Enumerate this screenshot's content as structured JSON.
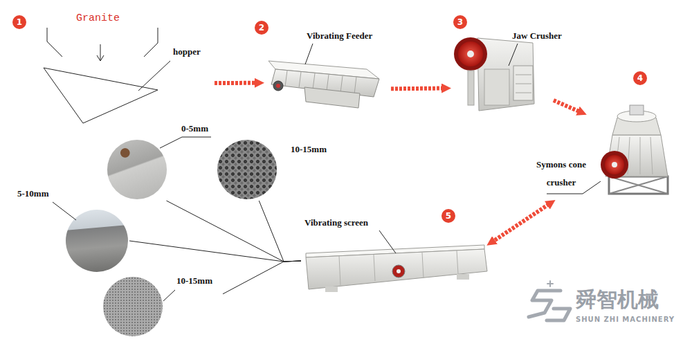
{
  "diagram": {
    "nodes": [
      {
        "text": [
          "hopper"
        ]
      },
      {
        "text": [
          "Vibrating Feeder"
        ]
      },
      {
        "text": [
          "Jaw Crusher"
        ]
      },
      {
        "text": [
          "Symons cone crusher"
        ]
      },
      {
        "text": [
          "Vibrating screen"
        ]
      },
      {
        "text": [
          "0-5mm"
        ]
      },
      {
        "text": [
          "10-15mm"
        ]
      },
      {
        "text": [
          "5-10mm"
        ]
      },
      {
        "text": [
          "10-15mm"
        ]
      }
    ],
    "edges": [
      {
        "from": 0,
        "to": 1,
        "arrow": "to"
      },
      {
        "from": 1,
        "to": 2,
        "arrow": "to"
      },
      {
        "from": 2,
        "to": 3,
        "arrow": "to"
      },
      {
        "from": 3,
        "to": 4,
        "arrow": "both"
      },
      {
        "from": 4,
        "to": 5,
        "arrow": "none"
      },
      {
        "from": 4,
        "to": 6,
        "arrow": "none"
      },
      {
        "from": 4,
        "to": 7,
        "arrow": "none"
      },
      {
        "from": 4,
        "to": 8,
        "arrow": "none"
      }
    ],
    "labels": [
      "1",
      "Granite",
      "2",
      "3",
      "4",
      "5",
      "舜智机械",
      "SHUN ZHI MACHINERY"
    ]
  }
}
